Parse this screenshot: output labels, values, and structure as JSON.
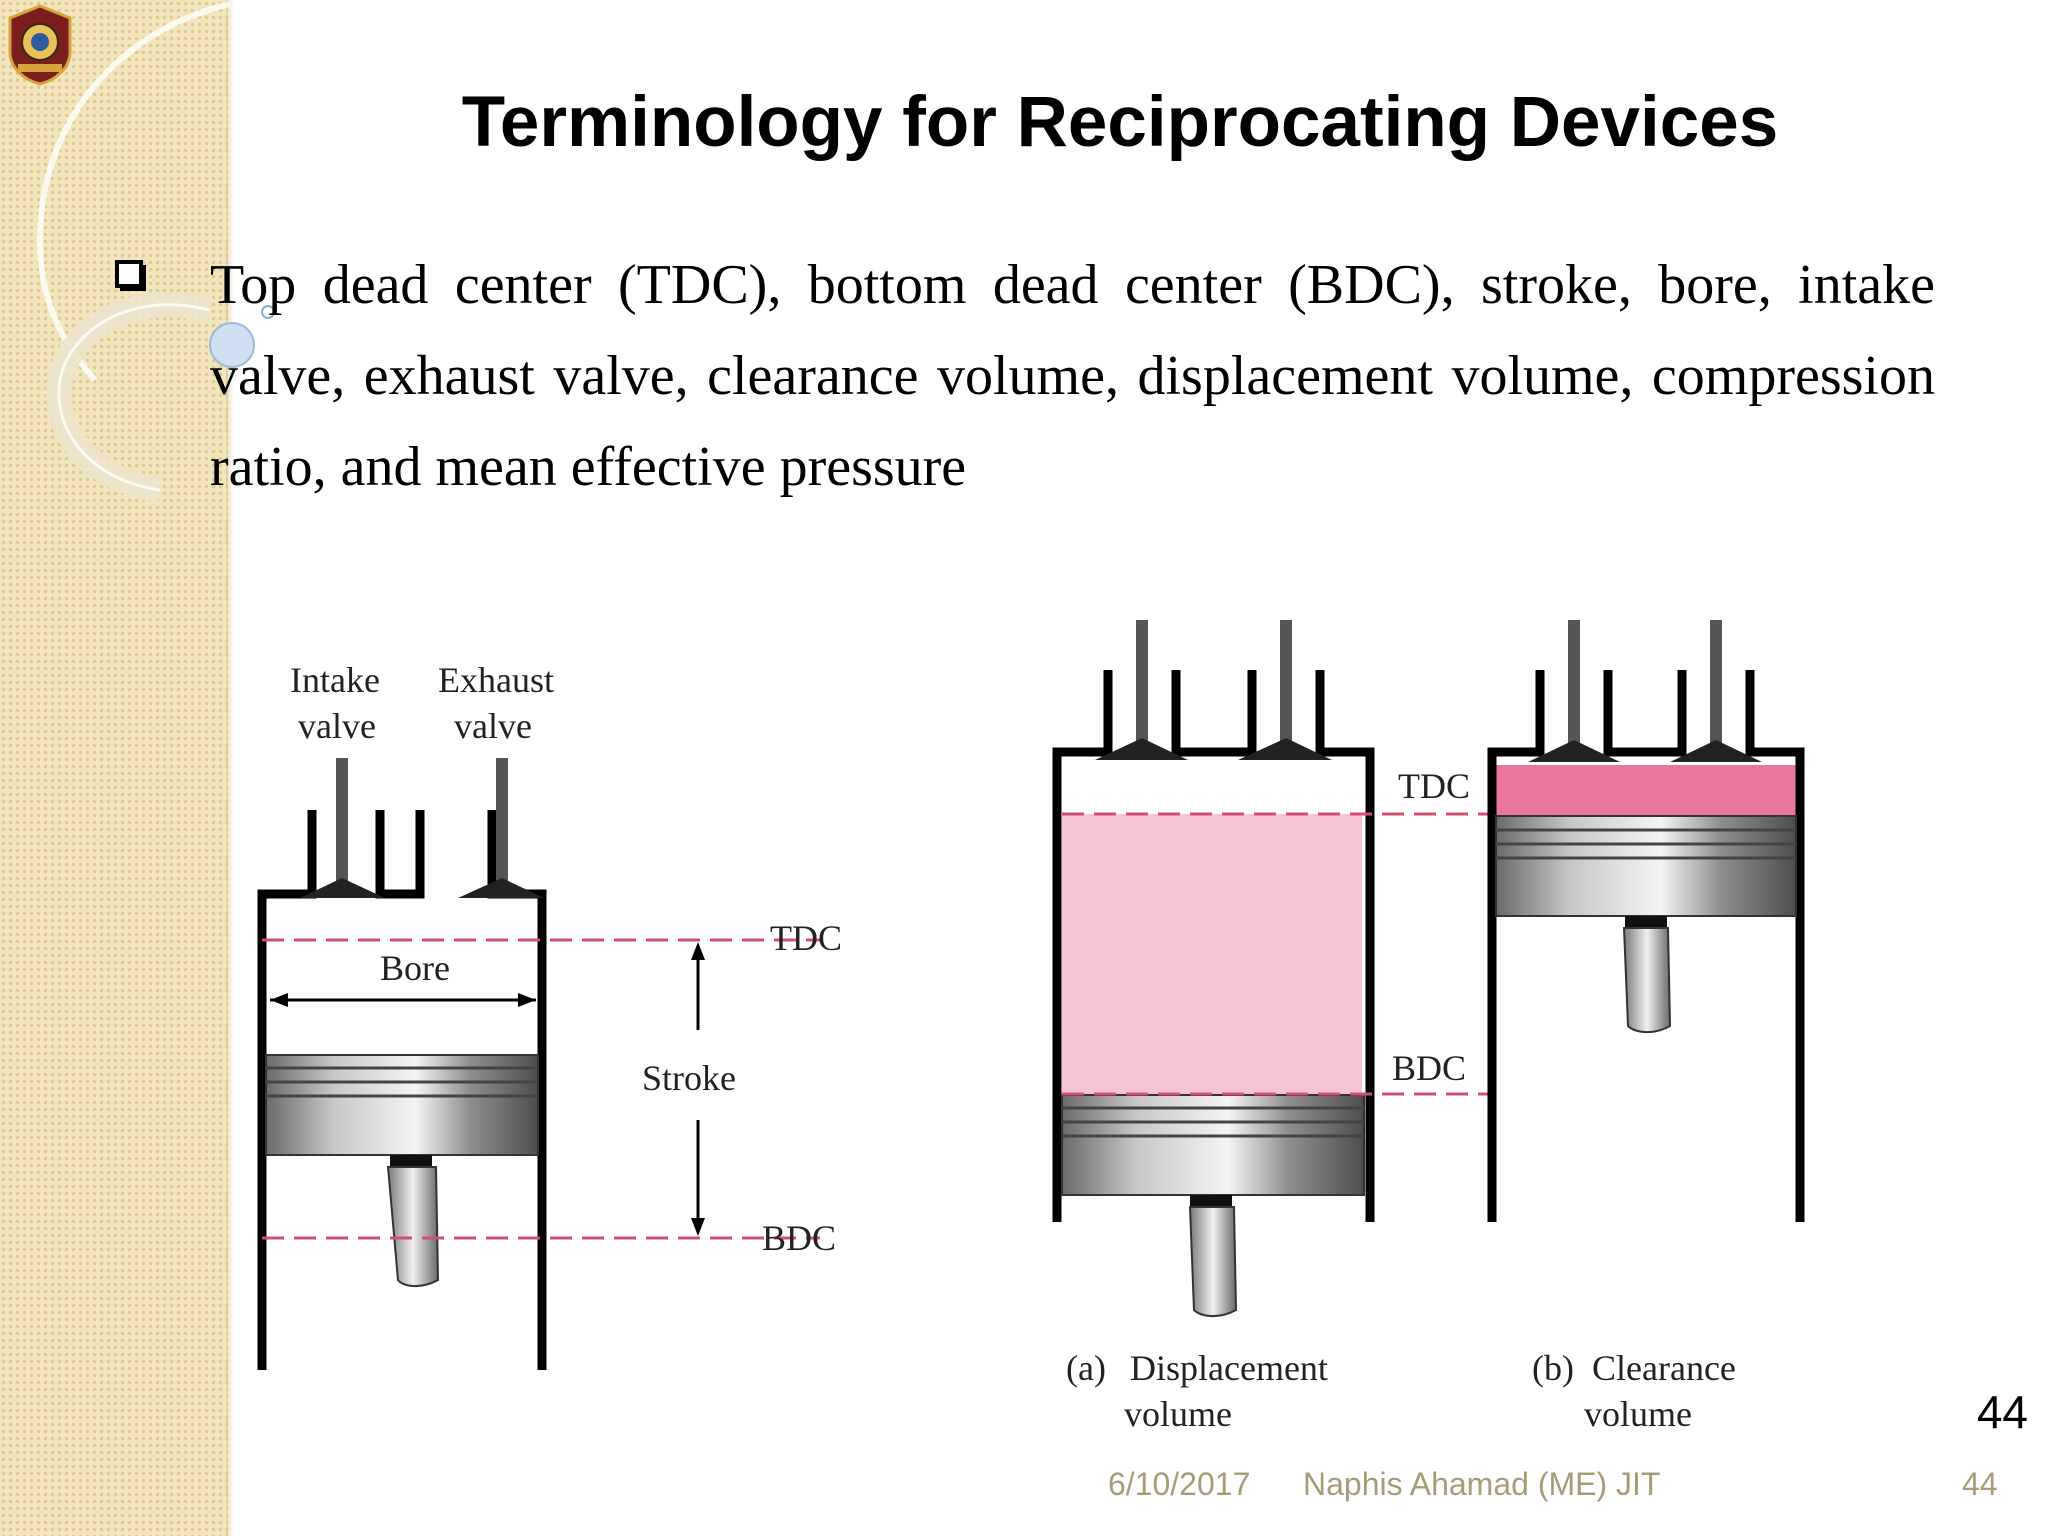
{
  "slide": {
    "title": "Terminology for Reciprocating Devices",
    "bullet_text": "Top dead center (TDC), bottom dead center (BDC), stroke, bore, intake valve, exhaust valve, clearance volume, displacement volume, compression ratio, and mean effective pressure",
    "page_number": "44"
  },
  "diagram": {
    "intake_valve_line1": "Intake",
    "intake_valve_line2": "valve",
    "exhaust_valve_line1": "Exhaust",
    "exhaust_valve_line2": "valve",
    "bore_label": "Bore",
    "stroke_label": "Stroke",
    "tdc_label": "TDC",
    "bdc_label": "BDC",
    "tdc_label_b": "TDC",
    "bdc_label_b": "BDC",
    "caption_a_prefix": "(a)",
    "caption_a_line1": "Displacement",
    "caption_a_line2": "volume",
    "caption_b_prefix": "(b)",
    "caption_b_line1": "Clearance",
    "caption_b_line2": "volume"
  },
  "footer": {
    "date": "6/10/2017",
    "author": "Naphis Ahamad (ME) JIT",
    "page": "44"
  },
  "colors": {
    "displacement_fill": "#f5c4d6",
    "clearance_fill": "#e8769f",
    "dashed_line": "#d0506e",
    "footer_text": "#a89c78"
  }
}
